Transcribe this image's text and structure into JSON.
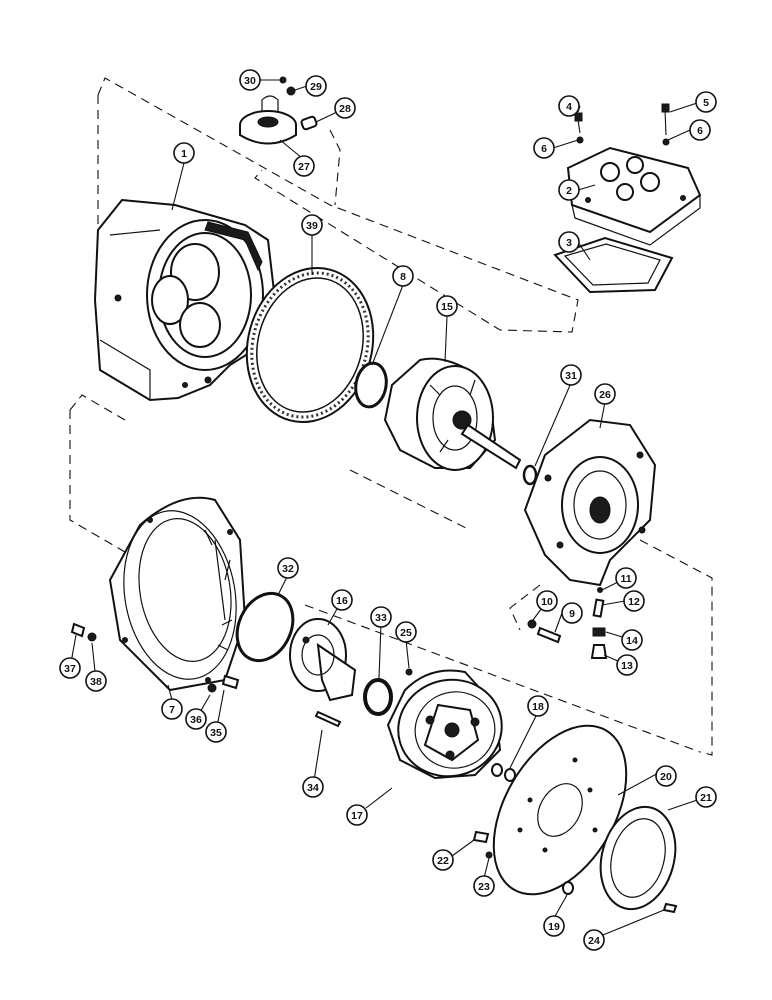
{
  "diagram": {
    "callouts": [
      {
        "id": "1",
        "label": "1"
      },
      {
        "id": "2",
        "label": "2"
      },
      {
        "id": "3",
        "label": "3"
      },
      {
        "id": "4",
        "label": "4"
      },
      {
        "id": "5",
        "label": "5"
      },
      {
        "id": "6a",
        "label": "6"
      },
      {
        "id": "6b",
        "label": "6"
      },
      {
        "id": "7",
        "label": "7"
      },
      {
        "id": "8",
        "label": "8"
      },
      {
        "id": "9",
        "label": "9"
      },
      {
        "id": "10",
        "label": "10"
      },
      {
        "id": "11",
        "label": "11"
      },
      {
        "id": "12",
        "label": "12"
      },
      {
        "id": "13",
        "label": "13"
      },
      {
        "id": "14",
        "label": "14"
      },
      {
        "id": "15",
        "label": "15"
      },
      {
        "id": "16",
        "label": "16"
      },
      {
        "id": "17",
        "label": "17"
      },
      {
        "id": "18",
        "label": "18"
      },
      {
        "id": "19",
        "label": "19"
      },
      {
        "id": "20",
        "label": "20"
      },
      {
        "id": "21",
        "label": "21"
      },
      {
        "id": "22",
        "label": "22"
      },
      {
        "id": "23",
        "label": "23"
      },
      {
        "id": "24",
        "label": "24"
      },
      {
        "id": "25",
        "label": "25"
      },
      {
        "id": "26",
        "label": "26"
      },
      {
        "id": "27",
        "label": "27"
      },
      {
        "id": "28",
        "label": "28"
      },
      {
        "id": "29",
        "label": "29"
      },
      {
        "id": "30",
        "label": "30"
      },
      {
        "id": "31",
        "label": "31"
      },
      {
        "id": "32",
        "label": "32"
      },
      {
        "id": "33",
        "label": "33"
      },
      {
        "id": "34",
        "label": "34"
      },
      {
        "id": "35",
        "label": "35"
      },
      {
        "id": "36",
        "label": "36"
      },
      {
        "id": "37",
        "label": "37"
      },
      {
        "id": "38",
        "label": "38"
      },
      {
        "id": "39",
        "label": "39"
      }
    ]
  }
}
